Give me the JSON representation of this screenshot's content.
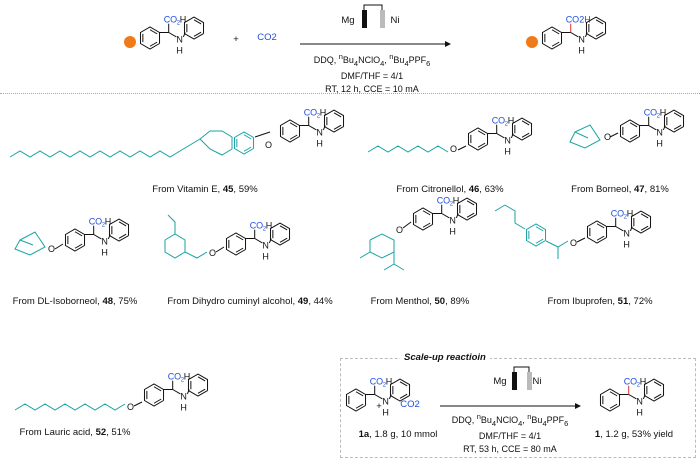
{
  "general_reaction": {
    "reagent": "CO2",
    "plus": "+",
    "electrodes": {
      "anode": "Mg",
      "cathode": "Ni"
    },
    "conditions": [
      "DDQ, nBu4NClO4, nBu4PPF6",
      "DMF/THF = 4/1",
      "RT, 12 h, CCE = 10 mA"
    ],
    "product_group": "CO2H",
    "nh": "N",
    "h": "H"
  },
  "examples": [
    {
      "prefix": "From Vitamin E, ",
      "number": "45",
      "yield": ", 59%"
    },
    {
      "prefix": "From Citronellol, ",
      "number": "46",
      "yield": ", 63%"
    },
    {
      "prefix": "From Borneol, ",
      "number": "47",
      "yield": ", 81%"
    },
    {
      "prefix": "From DL-Isoborneol, ",
      "number": "48",
      "yield": ", 75%"
    },
    {
      "prefix": "From Dihydro cuminyl alcohol, ",
      "number": "49",
      "yield": ", 44%"
    },
    {
      "prefix": "From Menthol, ",
      "number": "50",
      "yield": ", 89%"
    },
    {
      "prefix": "From Ibuprofen, ",
      "number": "51",
      "yield": ", 72%"
    },
    {
      "prefix": "From Lauric acid, ",
      "number": "52",
      "yield": ", 51%"
    }
  ],
  "scale_up": {
    "title": "Scale-up reactioin",
    "reactant_number": "1a",
    "reactant_detail": ", 1.8 g, 10 mmol",
    "reagent": "CO2",
    "plus": "+",
    "electrodes": {
      "anode": "Mg",
      "cathode": "Ni"
    },
    "conditions": [
      "DDQ, nBu4NClO4, nBu4PPF6",
      "DMF/THF = 4/1",
      "RT, 53 h, CCE = 80 mA"
    ],
    "product_number": "1",
    "product_detail": ", 1.2 g, 53% yield"
  },
  "colors": {
    "teal": "#1aa3a3",
    "blue": "#1f4fe0",
    "red": "#e0343c",
    "orange": "#f07a1a"
  }
}
